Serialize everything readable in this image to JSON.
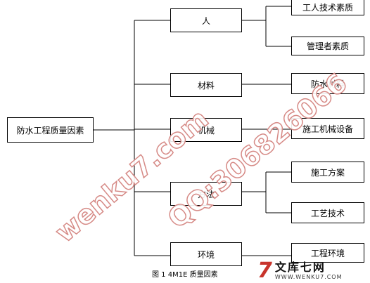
{
  "diagram": {
    "root": "防水工程质量因素",
    "categories": [
      {
        "label": "人",
        "items": [
          "工人技术素质",
          "管理者素质"
        ]
      },
      {
        "label": "材料",
        "items": [
          "防水材料"
        ]
      },
      {
        "label": "机械",
        "items": [
          "施工机械设备"
        ]
      },
      {
        "label": "方法",
        "items": [
          "施工方案",
          "工艺技术"
        ]
      },
      {
        "label": "环境",
        "items": [
          "工程环境"
        ]
      }
    ]
  },
  "caption": "图 1   4M1E 质量因素",
  "watermarks": [
    "wenku7.com",
    "QQ:306826066"
  ],
  "logo": {
    "name": "文库七网",
    "url": "WWW.WENKU7.COM",
    "mark": "7"
  },
  "colors": {
    "line": "#000000",
    "watermark": "#d68a86",
    "logo_accent": "#c8342c"
  }
}
